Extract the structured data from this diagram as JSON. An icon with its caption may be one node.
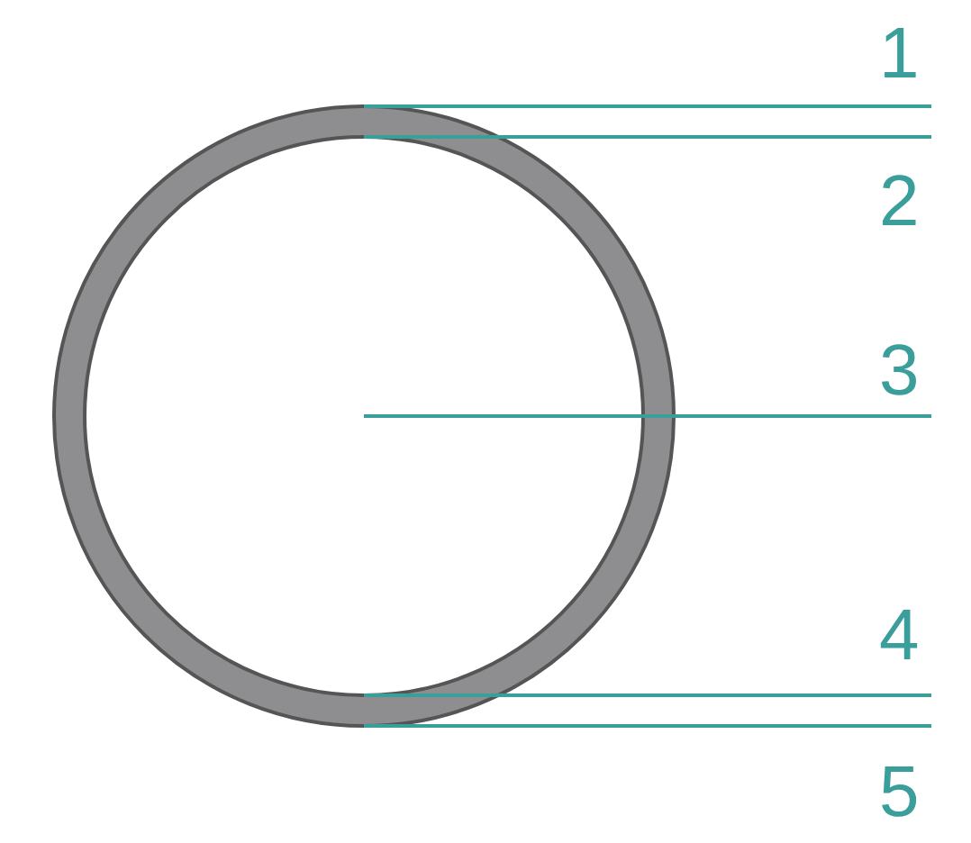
{
  "diagram": {
    "nodes": [
      {
        "text": [
          "1"
        ]
      },
      {
        "text": [
          "2"
        ]
      },
      {
        "text": [
          "3"
        ]
      },
      {
        "text": [
          "4"
        ]
      },
      {
        "text": [
          "5"
        ]
      }
    ],
    "edges": [
      {
        "from": 0,
        "to": null,
        "arrow": "none"
      },
      {
        "from": 1,
        "to": null,
        "arrow": "none"
      },
      {
        "from": 2,
        "to": null,
        "arrow": "none"
      },
      {
        "from": 3,
        "to": null,
        "arrow": "none"
      },
      {
        "from": 4,
        "to": null,
        "arrow": "none"
      }
    ]
  }
}
